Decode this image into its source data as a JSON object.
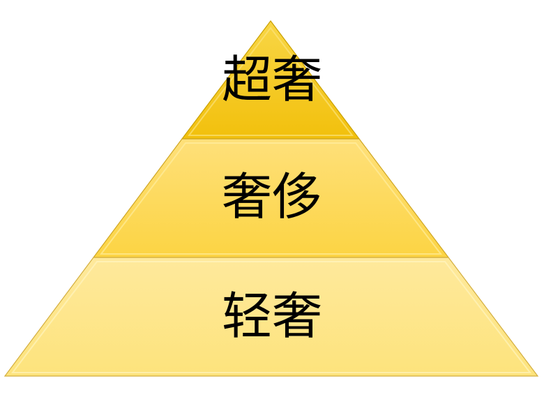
{
  "diagram": {
    "type": "pyramid",
    "tiers": [
      {
        "label": "超奢",
        "position": "top",
        "fill_top": "#f7d24a",
        "fill_bottom": "#f2c10e",
        "edge": "#c99b00"
      },
      {
        "label": "奢侈",
        "position": "middle",
        "fill_top": "#fde27a",
        "fill_bottom": "#fcd645",
        "edge": "#d2aa20"
      },
      {
        "label": "轻奢",
        "position": "bottom",
        "fill_top": "#fee99a",
        "fill_bottom": "#fde57f",
        "edge": "#d9b440"
      }
    ]
  }
}
